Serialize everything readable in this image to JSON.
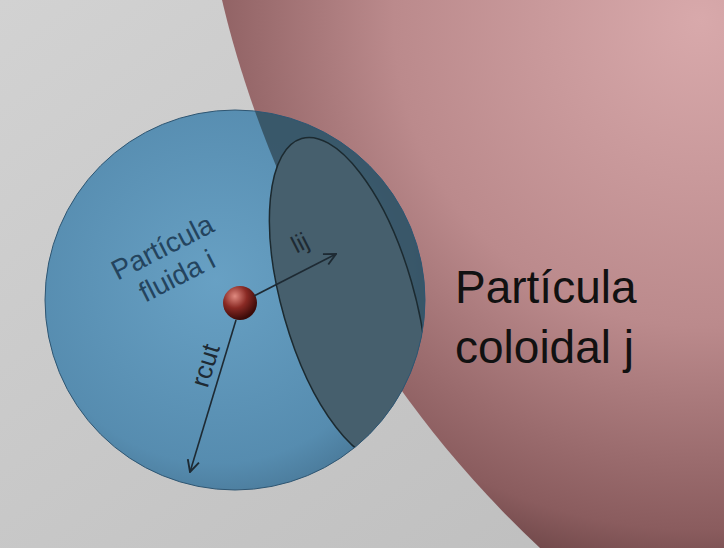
{
  "diagram": {
    "nodes": [
      {
        "text": [
          "Partícula fluida i"
        ]
      },
      {
        "text": [
          "Partícula coloidal j"
        ]
      }
    ],
    "labels": [
      "lij",
      "rcut"
    ]
  }
}
